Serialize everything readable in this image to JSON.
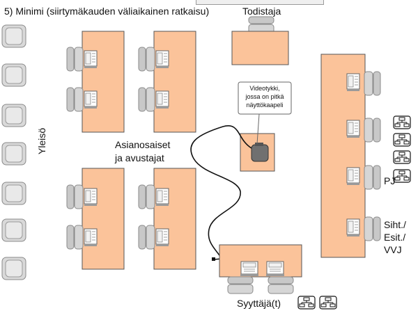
{
  "title": "5) Minimi (siirtymäkauden väliaikainen ratkaisu)",
  "labels": {
    "witness": "Todistaja",
    "parties_line1": "Asianosaiset",
    "parties_line2": "ja avustajat",
    "audience": "Yleisö",
    "projector_line1": "Videotykki,",
    "projector_line2": "jossa on pitkä",
    "projector_line3": "näyttökaapeli",
    "presiding_judge": "PJ",
    "secretary_line1": "Siht./",
    "secretary_line2": "Esit./",
    "secretary_line3": "VVJ",
    "prosecutor": "Syyttäjä(t)"
  },
  "colors": {
    "table_fill": "#fbc39a",
    "table_stroke": "#555555",
    "chair_fill": "#c8c8c8",
    "chair_stroke": "#8a8a8a",
    "projector_fill": "#707070"
  },
  "icons": {
    "chair": "chair-icon",
    "laptop": "laptop-icon",
    "network": "network-icon",
    "projector": "projector-icon",
    "cable": "cable-icon"
  }
}
